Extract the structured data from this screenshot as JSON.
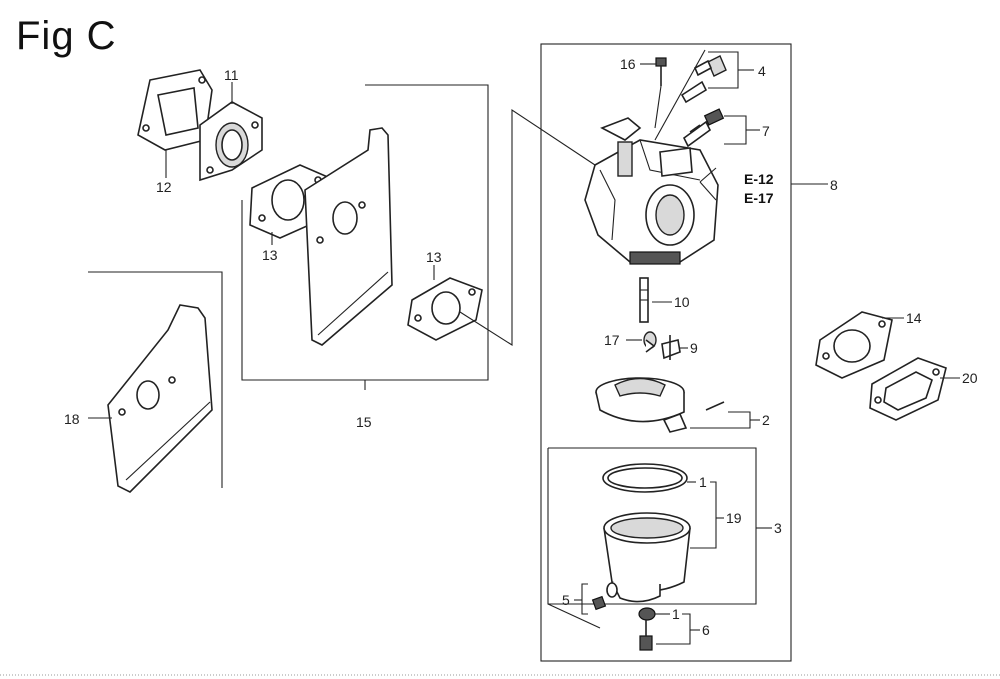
{
  "figure": {
    "title": "Fig C"
  },
  "callouts": {
    "c1a": "1",
    "c1b": "1",
    "c2": "2",
    "c3": "3",
    "c4": "4",
    "c5": "5",
    "c6": "6",
    "c7": "7",
    "c8": "8",
    "c9": "9",
    "c10": "10",
    "c11": "11",
    "c12": "12",
    "c13a": "13",
    "c13b": "13",
    "c14": "14",
    "c15": "15",
    "c16": "16",
    "c17": "17",
    "c18": "18",
    "c19": "19",
    "c20": "20"
  },
  "references": {
    "r1": "E-12",
    "r2": "E-17"
  }
}
